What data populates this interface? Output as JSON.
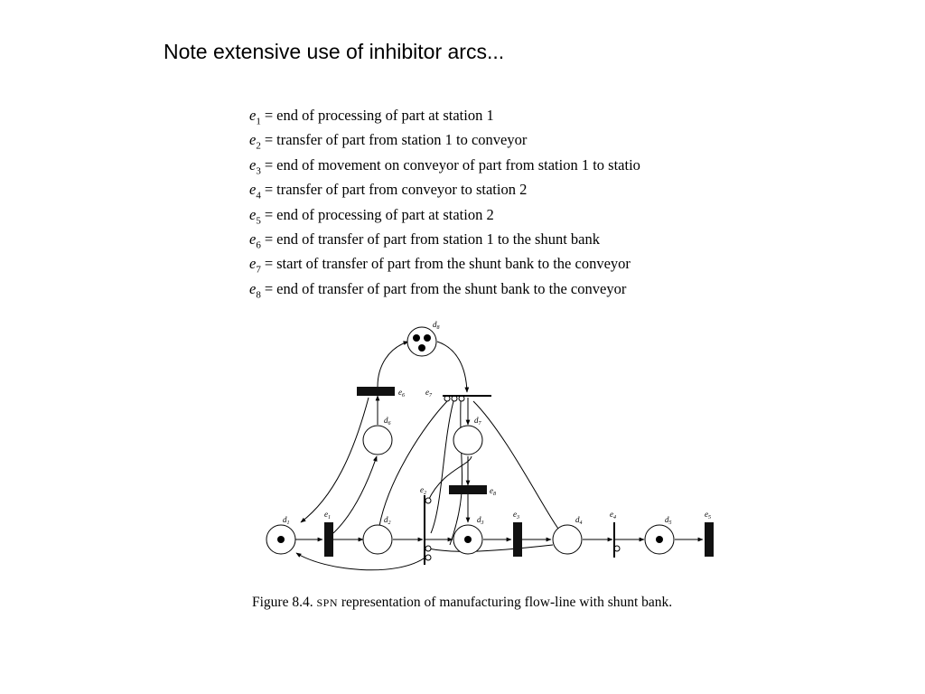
{
  "slide": {
    "title": "Note extensive use of inhibitor arcs..."
  },
  "definitions": [
    {
      "symbol": "e",
      "sub": "1",
      "text": "end of processing of part at station 1"
    },
    {
      "symbol": "e",
      "sub": "2",
      "text": "transfer of part from station 1 to conveyor"
    },
    {
      "symbol": "e",
      "sub": "3",
      "text": "end of movement on conveyor of part from station 1 to statio"
    },
    {
      "symbol": "e",
      "sub": "4",
      "text": "transfer of part from conveyor to station 2"
    },
    {
      "symbol": "e",
      "sub": "5",
      "text": "end of processing of part at station 2"
    },
    {
      "symbol": "e",
      "sub": "6",
      "text": "end of transfer of part from station 1 to the shunt bank"
    },
    {
      "symbol": "e",
      "sub": "7",
      "text": "start of transfer of part from the shunt bank to the conveyor"
    },
    {
      "symbol": "e",
      "sub": "8",
      "text": "end of transfer of part from the shunt bank to the conveyor"
    }
  ],
  "diagram": {
    "places": [
      {
        "id": "d1",
        "label": "d",
        "sub": "1",
        "tokens": 1
      },
      {
        "id": "d2",
        "label": "d",
        "sub": "2",
        "tokens": 0
      },
      {
        "id": "d3",
        "label": "d",
        "sub": "3",
        "tokens": 1
      },
      {
        "id": "d4",
        "label": "d",
        "sub": "4",
        "tokens": 0
      },
      {
        "id": "d5",
        "label": "d",
        "sub": "5",
        "tokens": 1
      },
      {
        "id": "d6",
        "label": "d",
        "sub": "6",
        "tokens": 0
      },
      {
        "id": "d7",
        "label": "d",
        "sub": "7",
        "tokens": 0
      },
      {
        "id": "d8",
        "label": "d",
        "sub": "8",
        "tokens": 3
      }
    ],
    "transitions": [
      {
        "id": "e1",
        "label": "e",
        "sub": "1",
        "kind": "timed"
      },
      {
        "id": "e2",
        "label": "e",
        "sub": "2",
        "kind": "immediate"
      },
      {
        "id": "e3",
        "label": "e",
        "sub": "3",
        "kind": "timed"
      },
      {
        "id": "e4",
        "label": "e",
        "sub": "4",
        "kind": "immediate"
      },
      {
        "id": "e5",
        "label": "e",
        "sub": "5",
        "kind": "timed"
      },
      {
        "id": "e6",
        "label": "e",
        "sub": "6",
        "kind": "timed"
      },
      {
        "id": "e7",
        "label": "e",
        "sub": "7",
        "kind": "immediate"
      },
      {
        "id": "e8",
        "label": "e",
        "sub": "8",
        "kind": "timed"
      }
    ]
  },
  "caption": {
    "figure": "Figure 8.4.",
    "abbrev": "SPN",
    "text": "representation of manufacturing flow-line with shunt bank."
  }
}
